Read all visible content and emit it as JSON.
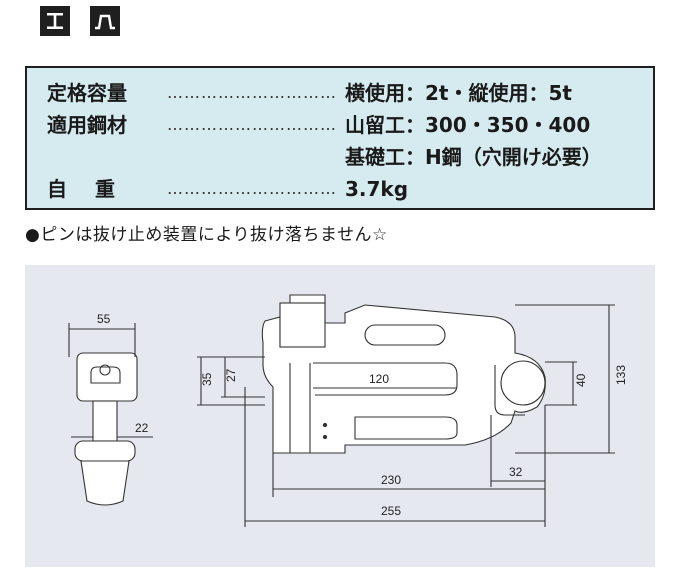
{
  "icons": [
    {
      "name": "h-beam-icon"
    },
    {
      "name": "channel-icon"
    }
  ],
  "specs": {
    "capacity": {
      "label": "定格容量",
      "dots": "…………………………",
      "value": "横使用：2t・縦使用：5t"
    },
    "steel": {
      "label": "適用鋼材",
      "dots": "…………………………",
      "value": "山留工：300・350・400"
    },
    "foundation": {
      "label": "",
      "dots": "",
      "value": "基礎工：H鋼（穴開け必要）"
    },
    "weight": {
      "label": "自　重",
      "dots": "…………………………",
      "value": "3.7kg"
    }
  },
  "note": "●ピンは抜け止め装置により抜け落ちません☆",
  "drawing": {
    "dimensions": {
      "d55": "55",
      "d22": "22",
      "d35": "35",
      "d27": "27",
      "d120": "120",
      "d40": "40",
      "d133": "133",
      "d230": "230",
      "d32": "32",
      "d255": "255"
    }
  },
  "colors": {
    "spec_bg": "#d6ebf0",
    "drawing_bg": "#e6e8ef",
    "ink": "#1f1f1f"
  }
}
